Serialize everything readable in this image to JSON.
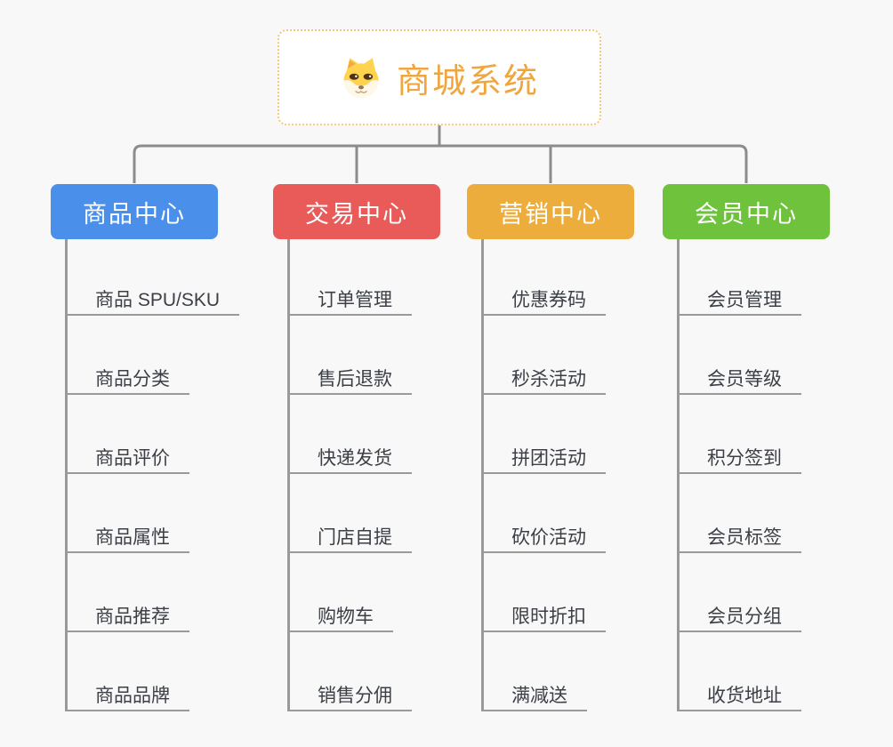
{
  "root": {
    "title": "商城系统",
    "icon": "dog-face-icon"
  },
  "colors": {
    "background": "#F8F8F8",
    "connector": "#8C8C8C",
    "node_line": "#9A9A9A",
    "leaf_text": "#3C4046",
    "root_accent": "#F0A63E",
    "root_border": "#F3C97E"
  },
  "branches": [
    {
      "label": "商品中心",
      "color": "#4A90EB",
      "children": [
        "商品 SPU/SKU",
        "商品分类",
        "商品评价",
        "商品属性",
        "商品推荐",
        "商品品牌"
      ]
    },
    {
      "label": "交易中心",
      "color": "#E85B58",
      "children": [
        "订单管理",
        "售后退款",
        "快递发货",
        "门店自提",
        "购物车",
        "销售分佣"
      ]
    },
    {
      "label": "营销中心",
      "color": "#EDAD3C",
      "children": [
        "优惠券码",
        "秒杀活动",
        "拼团活动",
        "砍价活动",
        "限时折扣",
        "满减送"
      ]
    },
    {
      "label": "会员中心",
      "color": "#6EC23C",
      "children": [
        "会员管理",
        "会员等级",
        "积分签到",
        "会员标签",
        "会员分组",
        "收货地址"
      ]
    }
  ]
}
